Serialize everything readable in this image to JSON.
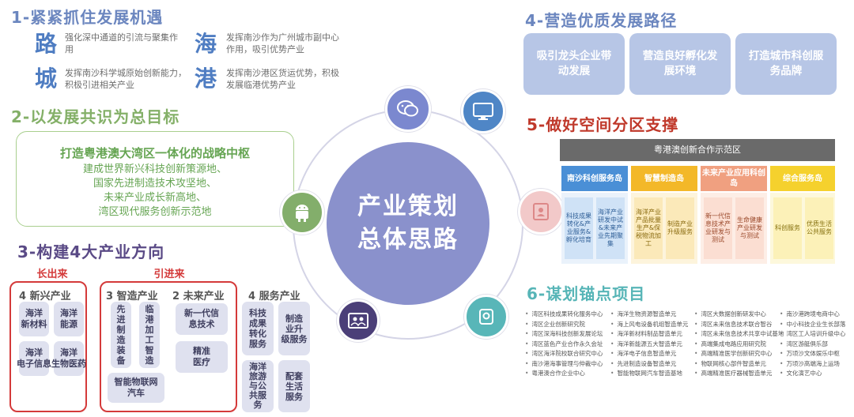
{
  "sec1": {
    "title": "1-紧紧抓住发展机遇",
    "items": [
      {
        "char": "路",
        "desc": "强化深中通道的引流与聚集作用"
      },
      {
        "char": "海",
        "desc": "发挥南沙作为广州城市副中心作用，吸引优势产业"
      },
      {
        "char": "城",
        "desc": "发挥南沙科学城原始创新能力，积极引进相关产业"
      },
      {
        "char": "港",
        "desc": "发挥南沙港区货运优势，积极发展临港优势产业"
      }
    ]
  },
  "sec2": {
    "title": "2-以发展共识为总目标",
    "headline": "打造粤港澳大湾区一体化的战略中枢",
    "lines": [
      "建成世界新兴科技创新策源地、",
      "国家先进制造技术攻坚地、",
      "未来产业成长新高地、",
      "湾区现代服务创新示范地"
    ]
  },
  "sec3": {
    "title": "3-构建4大产业方向",
    "grow_label": "长出来",
    "import_label": "引进来",
    "emerging": {
      "title": "4 新兴产业",
      "chips": [
        "海洋\n新材料",
        "海洋\n能源",
        "海洋\n电子信息",
        "海洋\n生物医药"
      ]
    },
    "smart": {
      "title": "3 智造产业",
      "chips": [
        "先\n进\n制\n造\n装\n备",
        "临\n港\n加\n工\n智\n造"
      ],
      "wide": "智能物联网\n汽车"
    },
    "future": {
      "title": "2 未来产业",
      "chips": [
        "新一代信息技术",
        "精准\n医疗"
      ]
    },
    "service": {
      "title": "4 服务产业",
      "chips": [
        "科技\n成果\n转化\n服务",
        "制造\n业升\n级服务",
        "海洋\n旅游\n与公\n共服\n务",
        "配套\n生活\n服务"
      ]
    }
  },
  "center": {
    "line1": "产业策划",
    "line2": "总体思路"
  },
  "icons": {
    "top": "wechat-icon",
    "topright": "monitor-icon",
    "right": "contact-icon",
    "bottomright": "gamepad-icon",
    "bottom": "users-icon",
    "left": "android-icon",
    "colors": {
      "top": "#7b88cf",
      "topright": "#4f86c6",
      "right": "#f2c9c9",
      "bottomright": "#58b6b8",
      "bottom": "#4b3f78",
      "left": "#83ae6b"
    }
  },
  "sec4": {
    "title": "4-营造优质发展路径",
    "cards": [
      "吸引龙头企业带动发展",
      "营造良好孵化发展环境",
      "打造城市科创服务品牌"
    ]
  },
  "sec5": {
    "title": "5-做好空间分区支撑",
    "header": "粤港澳创新合作示范区",
    "zones": [
      {
        "name": "南沙科创服务岛",
        "cells": [
          "科技成果转化&产业服务&孵化培育",
          "海洋产业研发中试&未来产业先期聚集"
        ],
        "color": "#4a8fd6",
        "light": "#cfe2f6"
      },
      {
        "name": "智慧制造岛",
        "cells": [
          "海洋产业产品批量生产&保税物流加工",
          "制造产业升级服务"
        ],
        "color": "#f3b829",
        "light": "#fbe9b9"
      },
      {
        "name": "未来产业应用科创岛",
        "cells": [
          "新一代信息技术产业研发与测试",
          "生命健康产业研发与测试"
        ],
        "color": "#f0a080",
        "light": "#fbded2"
      },
      {
        "name": "综合服务岛",
        "cells": [
          "科创服务",
          "优质生活公共服务"
        ],
        "color": "#f5d12d",
        "light": "#fcf1b8"
      }
    ]
  },
  "sec6": {
    "title": "6-谋划锚点项目",
    "columns": [
      [
        "湾区科技成果转化服务中心",
        "湾区企业创新研究院",
        "湾区深海科技创新发展论坛",
        "湾区蓝色产业合作永久会址",
        "湾区海洋院校联合研究中心",
        "南沙港海事管理与仲裁中心",
        "粤港澳合作企业中心"
      ],
      [
        "海洋生物资源智造单元",
        "海上风电设备机组智造单元",
        "海洋新材料制品智造单元",
        "海洋新能源五大智造单元",
        "海洋电子信息智造单元",
        "先进制造设备智造单元",
        "智能物联网汽车智造基地"
      ],
      [
        "湾区大数据创新研发中心",
        "湾区未来信息技术联合智谷",
        "湾区未来信息技术共享中试基地",
        "高端集成电路应用研究院",
        "高端精准医学创新研究中心",
        "物联网核心部件智造单元",
        "高端精准医疗器械智造单元"
      ],
      [
        "南沙港跨境电商中心",
        "中小科技企业生长部落",
        "湾区工人培训升级中心",
        "湾区游艇俱乐部",
        "万顷沙文体娱乐中枢",
        "万顷沙高端海上运场",
        "文化演艺中心"
      ]
    ]
  }
}
